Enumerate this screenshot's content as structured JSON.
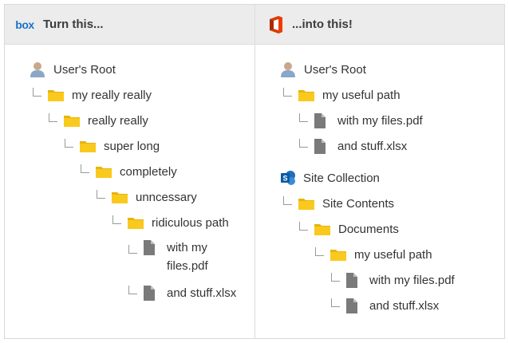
{
  "header": {
    "left_logo_text": "box",
    "left_title": "Turn this...",
    "right_title": "...into this!",
    "left_logo_icon": "box-logo-icon",
    "right_logo_icon": "office-logo-icon"
  },
  "left_tree": {
    "root": "User's Root",
    "items": [
      "my really really",
      "really really",
      "super long",
      "completely",
      "unncessary",
      "ridiculous path"
    ],
    "files": [
      "with my files.pdf",
      "and stuff.xlsx"
    ]
  },
  "right_tree": {
    "root": "User's Root",
    "useful_path": "my useful path",
    "files": [
      "with my files.pdf",
      "and stuff.xlsx"
    ],
    "site_collection": "Site Collection",
    "site_contents": "Site Contents",
    "documents": "Documents",
    "useful_path_2": "my useful path",
    "files_2": [
      "with my files.pdf",
      "and stuff.xlsx"
    ]
  },
  "colors": {
    "folder": "#f5c518",
    "file": "#808080",
    "box_blue": "#1a73c8",
    "office_red": "#d83b01"
  }
}
